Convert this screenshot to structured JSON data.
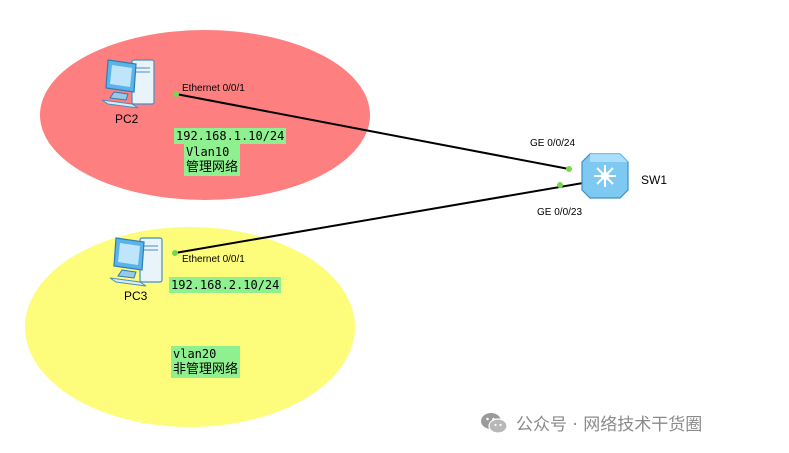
{
  "colors": {
    "zone_vlan10": "#fd7f7f",
    "zone_vlan20": "#fdfd7b",
    "label_green": "#8ff08f",
    "link": "#000000",
    "port_dot": "#77d84f",
    "pc_blue": "#5ab4e8",
    "switch_blue": "#7ec9f2"
  },
  "devices": {
    "pc2": {
      "label": "PC2",
      "icon": "pc-icon"
    },
    "pc3": {
      "label": "PC3",
      "icon": "pc-icon"
    },
    "sw1": {
      "label": "SW1",
      "icon": "switch-icon"
    }
  },
  "ports": {
    "pc2_port": "Ethernet 0/0/1",
    "pc3_port": "Ethernet 0/0/1",
    "sw1_port_24": "GE 0/0/24",
    "sw1_port_23": "GE 0/0/23"
  },
  "notes": {
    "pc2_ip": "192.168.1.10/24",
    "vlan10": "Vlan10",
    "vlan10_desc": "管理网络",
    "pc3_ip": "192.168.2.10/24",
    "vlan20": "vlan20",
    "vlan20_desc": "非管理网络"
  },
  "watermark": {
    "text": "公众号 · 网络技术干货圈",
    "icon": "wechat-icon"
  }
}
